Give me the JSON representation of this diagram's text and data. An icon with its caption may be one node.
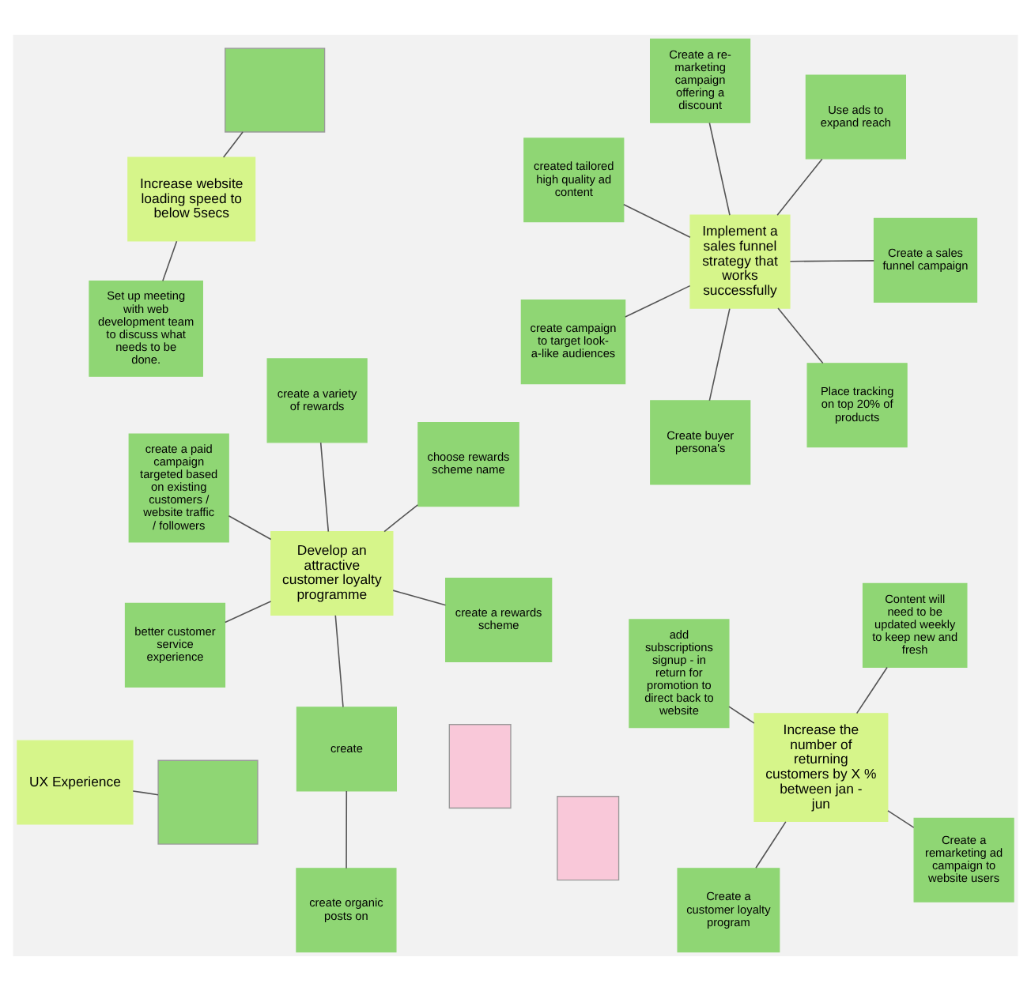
{
  "diagram": {
    "nodes": [
      {
        "text": [
          "Increase the number of returning customers by X % between jan - jun"
        ]
      },
      {
        "text": [],
        "shape": "box"
      },
      {
        "text": [
          "Create a remarketing ad campaign to website users"
        ]
      },
      {
        "text": [
          "Create a customer loyalty program"
        ]
      },
      {
        "text": [
          "add subscriptions signup - in return for promotion to direct back to website"
        ]
      },
      {
        "text": [
          "Content will need to be updated weekly to keep new and fresh"
        ]
      },
      {
        "text": [
          "Implement a sales funnel strategy that works successfully"
        ]
      },
      {
        "text": [],
        "shape": "box"
      },
      {
        "text": [
          "Create a sales funnel campaign"
        ]
      },
      {
        "text": [
          "Create buyer persona's"
        ]
      },
      {
        "text": [
          "created tailored high quality ad content"
        ]
      },
      {
        "text": [
          "Use ads to expand reach"
        ]
      },
      {
        "text": [
          "Create a re-marketing campaign offering a discount"
        ]
      },
      {
        "text": [
          "create campaign to target look-a-like audiences"
        ]
      },
      {
        "text": [
          "Place tracking on top 20% of products"
        ]
      },
      {
        "text": [
          "UX Experience"
        ]
      },
      {
        "text": [],
        "shape": "box"
      },
      {
        "text": [
          "Increase website loading speed to below 5secs"
        ]
      },
      {
        "text": [],
        "shape": "box"
      },
      {
        "text": [
          "Set up meeting with web development team to discuss what needs to be done."
        ]
      },
      {
        "text": [
          "Develop an attractive customer loyalty programme"
        ]
      },
      {
        "text": [
          "create a rewards scheme"
        ]
      },
      {
        "text": [
          "better customer service experience"
        ]
      },
      {
        "text": [
          "create a paid campaign targeted based on existing customers / website traffic / followers"
        ]
      },
      {
        "text": [
          "choose rewards scheme name"
        ]
      },
      {
        "text": [
          "create a variety of rewards"
        ]
      },
      {
        "text": [
          "create organic posts on"
        ]
      },
      {
        "text": [
          "create"
        ]
      }
    ],
    "edges": [
      {
        "from": 0,
        "to": 3,
        "arrow": "none"
      },
      {
        "from": 0,
        "to": 5,
        "arrow": "none"
      },
      {
        "from": 0,
        "to": 2,
        "arrow": "none"
      },
      {
        "from": 0,
        "to": 4,
        "arrow": "none"
      },
      {
        "from": 6,
        "to": 8,
        "arrow": "none"
      },
      {
        "from": 6,
        "to": 9,
        "arrow": "none"
      },
      {
        "from": 6,
        "to": 10,
        "arrow": "none"
      },
      {
        "from": 6,
        "to": 11,
        "arrow": "none"
      },
      {
        "from": 6,
        "to": 12,
        "arrow": "none"
      },
      {
        "from": 6,
        "to": 13,
        "arrow": "none"
      },
      {
        "from": 6,
        "to": 14,
        "arrow": "none"
      },
      {
        "from": 15,
        "to": 16,
        "arrow": "none"
      },
      {
        "from": 17,
        "to": 18,
        "arrow": "none"
      },
      {
        "from": 17,
        "to": 19,
        "arrow": "none"
      },
      {
        "from": 20,
        "to": 21,
        "arrow": "none"
      },
      {
        "from": 20,
        "to": 22,
        "arrow": "none"
      },
      {
        "from": 20,
        "to": 23,
        "arrow": "none"
      },
      {
        "from": 20,
        "to": 24,
        "arrow": "none"
      },
      {
        "from": 20,
        "to": 25,
        "arrow": "none"
      },
      {
        "from": 20,
        "to": 27,
        "arrow": "none"
      },
      {
        "from": 26,
        "to": 27,
        "arrow": "none"
      }
    ]
  }
}
